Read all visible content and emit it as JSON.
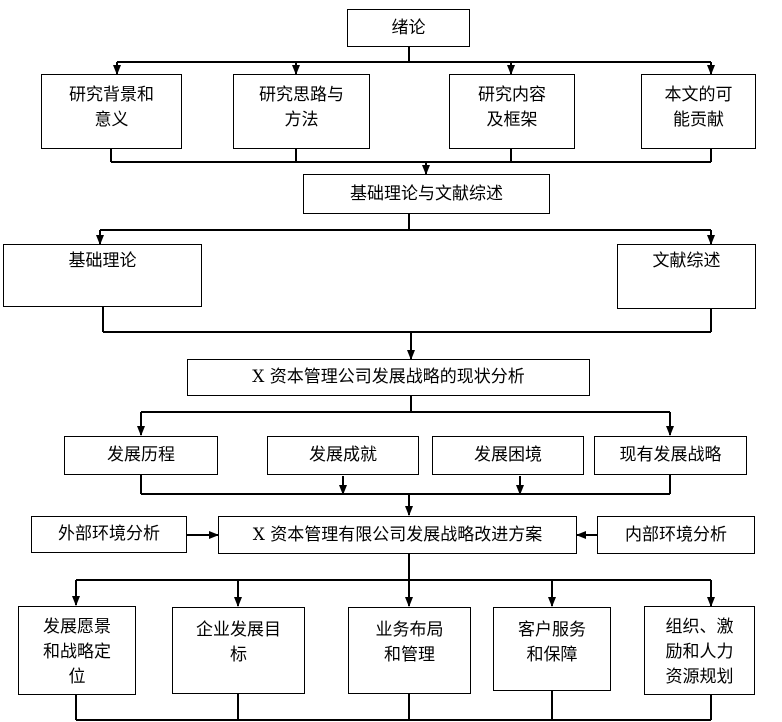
{
  "intro": {
    "title": "绪论"
  },
  "section1": {
    "items": [
      {
        "line1": "研究背景和",
        "line2": "意义"
      },
      {
        "line1": "研究思路与",
        "line2": "方法"
      },
      {
        "line1": "研究内容",
        "line2": "及框架"
      },
      {
        "line1": "本文的可",
        "line2": "能贡献"
      }
    ]
  },
  "theory": {
    "title": "基础理论与文献综述",
    "left": "基础理论",
    "right": "文献综述"
  },
  "status": {
    "title": "X 资本管理公司发展战略的现状分析",
    "items": [
      "发展历程",
      "发展成就",
      "发展困境",
      "现有发展战略"
    ]
  },
  "plan": {
    "title": "X 资本管理有限公司发展战略改进方案",
    "external": "外部环境分析",
    "internal": "内部环境分析",
    "items": [
      {
        "lines": [
          "发展愿景",
          "和战略定",
          "位"
        ]
      },
      {
        "lines": [
          "企业发展目",
          "标"
        ]
      },
      {
        "lines": [
          "业务布局",
          "和管理"
        ]
      },
      {
        "lines": [
          "客户服务",
          "和保障"
        ]
      },
      {
        "lines": [
          "组织、激",
          "励和人力",
          "资源规划"
        ]
      }
    ]
  }
}
